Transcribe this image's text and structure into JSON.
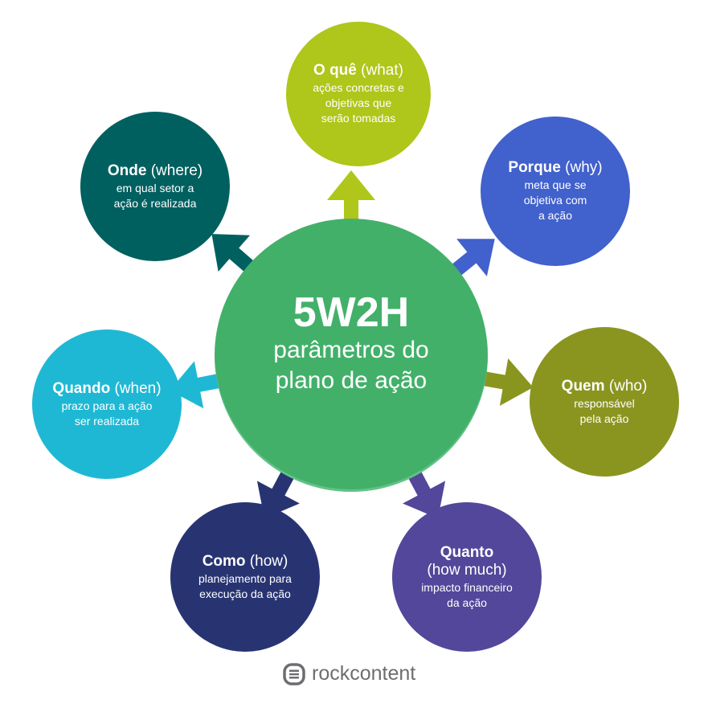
{
  "center": {
    "title": "5W2H",
    "subtitle_line1": "parâmetros do",
    "subtitle_line2": "plano de ação",
    "color": "#43b06a"
  },
  "nodes": [
    {
      "id": "what",
      "bold": "O quê",
      "paren": "(what)",
      "desc": [
        "ações concretas e",
        "objetivas que",
        "serão tomadas"
      ],
      "color": "#afc61a"
    },
    {
      "id": "why",
      "bold": "Porque",
      "paren": "(why)",
      "desc": [
        "meta que se",
        "objetiva com",
        "a ação"
      ],
      "color": "#4161cc"
    },
    {
      "id": "who",
      "bold": "Quem",
      "paren": "(who)",
      "desc": [
        "responsável",
        "pela ação"
      ],
      "color": "#8a9520"
    },
    {
      "id": "how-much",
      "bold": "Quanto",
      "paren": "(how much)",
      "desc": [
        "impacto financeiro",
        "da ação"
      ],
      "color": "#52479a"
    },
    {
      "id": "how",
      "bold": "Como",
      "paren": "(how)",
      "desc": [
        "planejamento para",
        "execução da ação"
      ],
      "color": "#283472"
    },
    {
      "id": "when",
      "bold": "Quando",
      "paren": "(when)",
      "desc": [
        "prazo para a ação",
        "ser realizada"
      ],
      "color": "#1fb8d4"
    },
    {
      "id": "where",
      "bold": "Onde",
      "paren": "(where)",
      "desc": [
        "em qual setor a",
        "ação é realizada"
      ],
      "color": "#006060"
    }
  ],
  "logo": {
    "text": "rockcontent",
    "icon": "rockcontent-logo-icon"
  }
}
